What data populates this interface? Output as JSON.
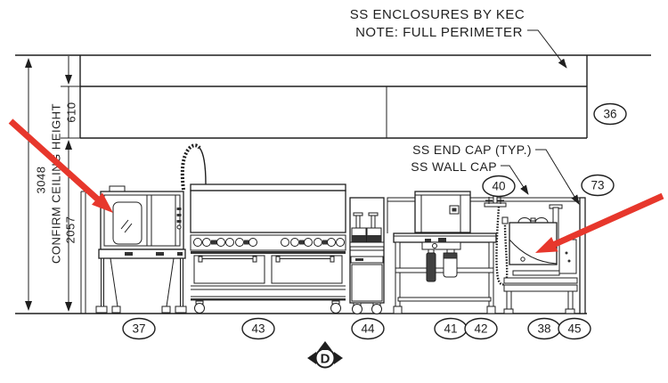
{
  "title_note": {
    "line1": "SS ENCLOSURES BY KEC",
    "line2": "NOTE: FULL PERIMETER"
  },
  "labels": {
    "end_cap": "SS END CAP (TYP.)",
    "wall_cap": "SS WALL CAP"
  },
  "dimensions": {
    "total_height": "3048",
    "ceiling_note": "CONFIRM CEILING HEIGHT",
    "enclosure_height": "610",
    "clear_height": "2057"
  },
  "detail_marker": "D",
  "callouts": {
    "36": "36",
    "40": "40",
    "73": "73",
    "37": "37",
    "43": "43",
    "44": "44",
    "41": "41",
    "42": "42",
    "38": "38",
    "45": "45"
  },
  "colors": {
    "line": "#1f1f1f",
    "arrow_red": "#e7372c",
    "background": "#ffffff"
  }
}
